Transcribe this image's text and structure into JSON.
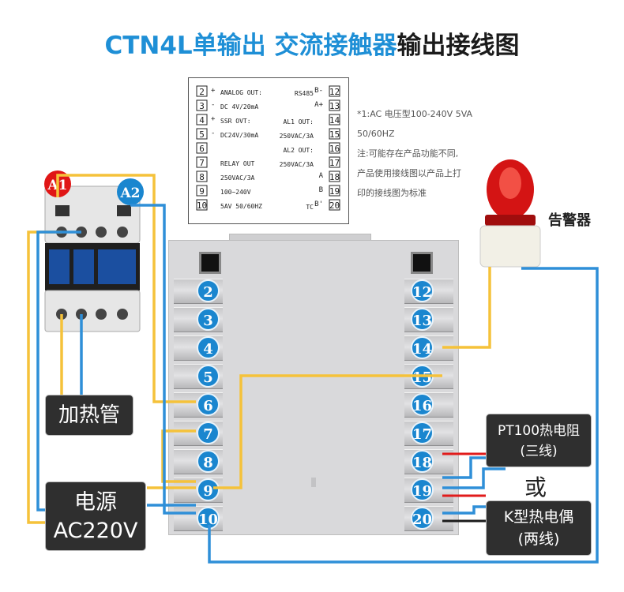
{
  "title": {
    "part1": "CTN4L单输出 ",
    "part2": "交流接触器",
    "part3": "输出接线图"
  },
  "legend": {
    "left": [
      {
        "num": "2",
        "sign": "+",
        "text": "ANALOG OUT:"
      },
      {
        "num": "3",
        "sign": "-",
        "text": "DC 4V/20mA"
      },
      {
        "num": "4",
        "sign": "+",
        "text": "SSR OVT:"
      },
      {
        "num": "5",
        "sign": "-",
        "text": "DC24V/30mA"
      },
      {
        "num": "6",
        "sign": "",
        "text": ""
      },
      {
        "num": "7",
        "sign": "",
        "text": "RELAY OUT"
      },
      {
        "num": "8",
        "sign": "",
        "text": "250VAC/3A"
      },
      {
        "num": "9",
        "sign": "",
        "text": "100~240V"
      },
      {
        "num": "10",
        "sign": "",
        "text": "5AV 50/60HZ"
      }
    ],
    "right": [
      {
        "num": "12",
        "sign": "B-",
        "text": "RS485"
      },
      {
        "num": "13",
        "sign": "A+",
        "text": ""
      },
      {
        "num": "14",
        "sign": "",
        "text": "AL1 OUT:"
      },
      {
        "num": "15",
        "sign": "",
        "text": "250VAC/3A"
      },
      {
        "num": "16",
        "sign": "",
        "text": "AL2 OUT:"
      },
      {
        "num": "17",
        "sign": "",
        "text": "250VAC/3A"
      },
      {
        "num": "18",
        "sign": "A",
        "text": ""
      },
      {
        "num": "19",
        "sign": "B",
        "text": ""
      },
      {
        "num": "20",
        "sign": "B'",
        "text": "TC"
      }
    ]
  },
  "notes": [
    "*1:AC 电压型100-240V 5VA",
    "50/60HZ",
    "注:可能存在产品功能不同,",
    "产品使用接线图以产品上打",
    "印的接线图为标准"
  ],
  "terminals_left": [
    "2",
    "3",
    "4",
    "5",
    "6",
    "7",
    "8",
    "9",
    "10"
  ],
  "terminals_right": [
    "12",
    "13",
    "14",
    "15",
    "16",
    "17",
    "18",
    "19",
    "20"
  ],
  "contactor": {
    "a1": "A1",
    "a2": "A2"
  },
  "alarm_label": "告警器",
  "heater_label": "加热管",
  "power_label": {
    "line1": "电源",
    "line2": "AC220V"
  },
  "pt100_label": {
    "line1": "PT100热电阻",
    "line2": "(三线)"
  },
  "or_label": "或",
  "ktype_label": {
    "line1": "K型热电偶",
    "line2": "(两线)"
  },
  "colors": {
    "blue": "#1a86cf",
    "yellow": "#f5c23a",
    "wire_blue": "#2f8fd8",
    "red": "#e11b1b",
    "dark": "#2f2f2f"
  }
}
